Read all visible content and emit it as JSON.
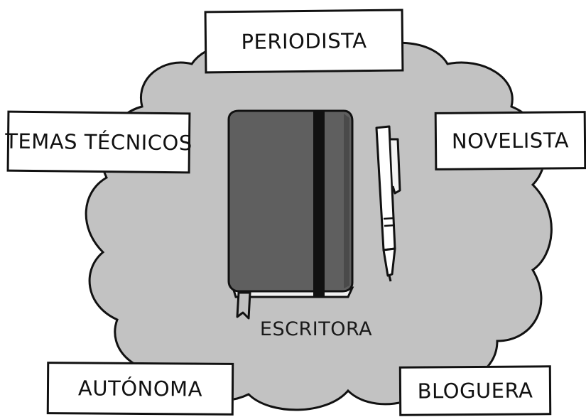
{
  "diagram": {
    "center": {
      "label": "ESCRITORA",
      "illustration": [
        "notebook-icon",
        "pen-icon"
      ]
    },
    "roles": [
      {
        "label": "PERIODISTA"
      },
      {
        "label": "TEMAS TÉCNICOS"
      },
      {
        "label": "NOVELISTA"
      },
      {
        "label": "AUTÓNOMA"
      },
      {
        "label": "BLOGUERA"
      }
    ]
  },
  "colors": {
    "cloud_fill": "#c2c2c2",
    "outline": "#111111",
    "notebook_cover": "#5f5f5f",
    "notebook_band": "#111111",
    "label_background": "#ffffff"
  }
}
